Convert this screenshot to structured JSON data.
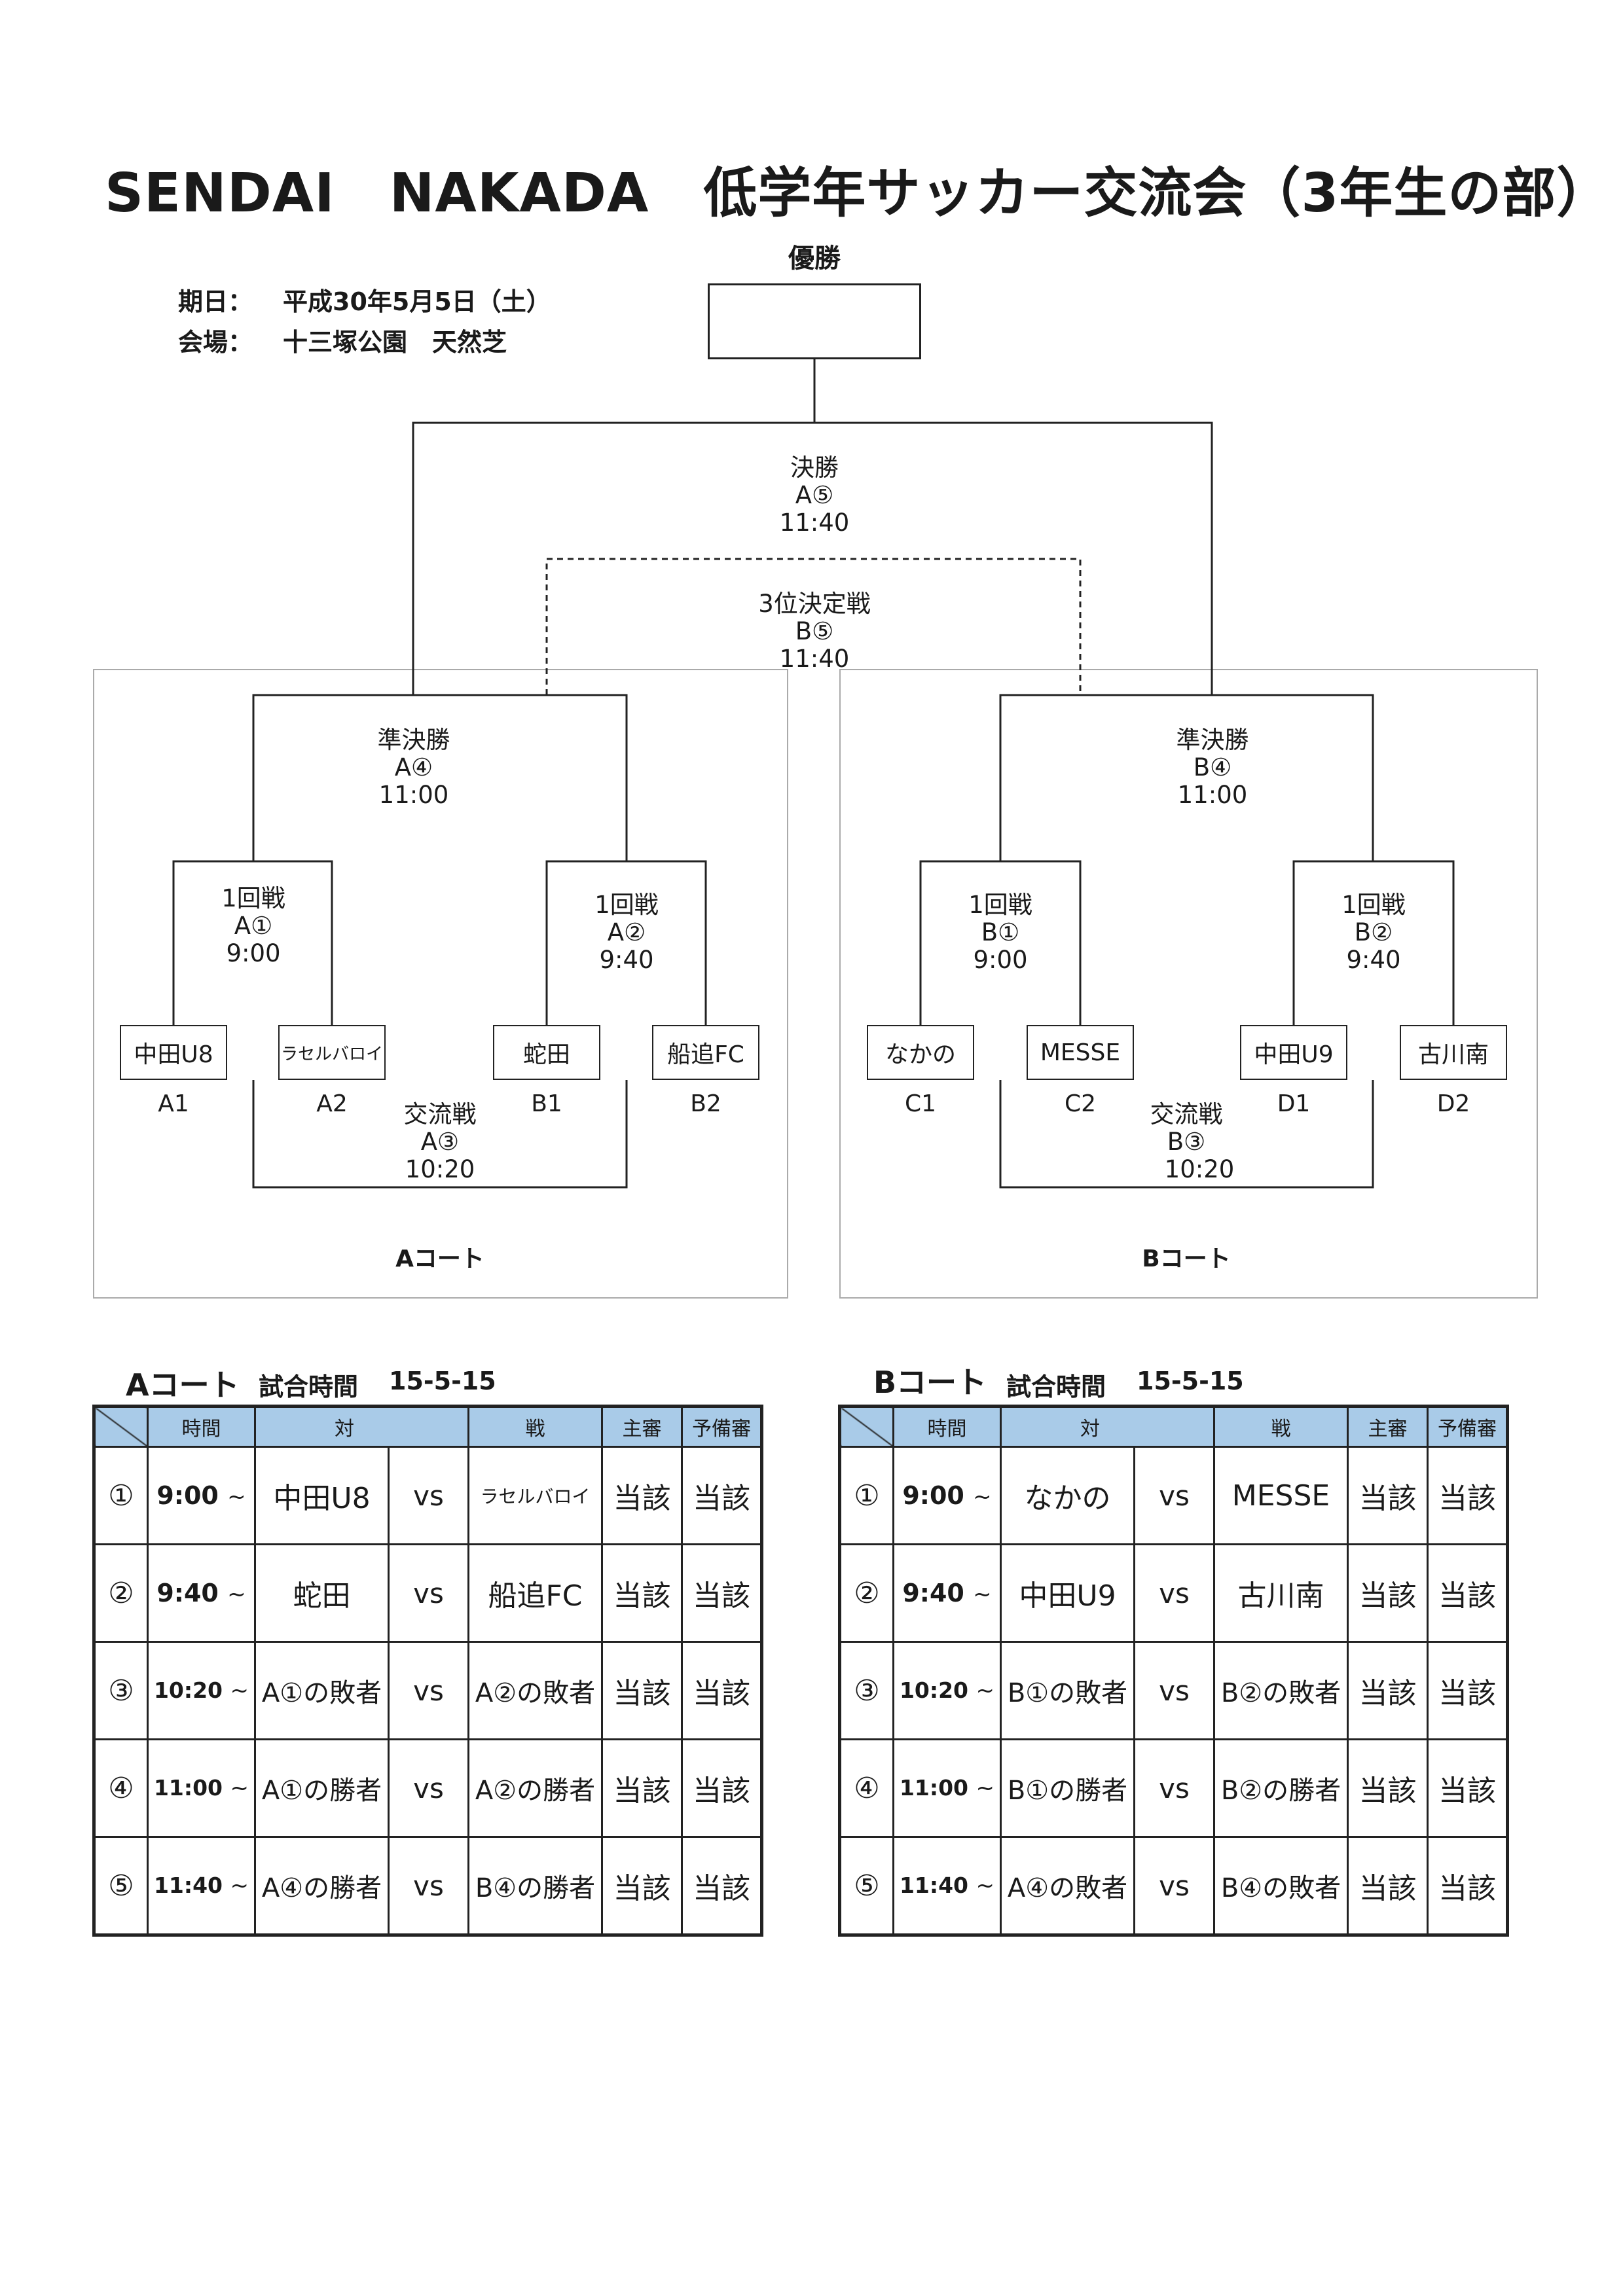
{
  "title": "SENDAI　NAKADA　低学年サッカー交流会（3年生の部）",
  "date_label": "期日：",
  "date_value": "平成30年5月5日（土）",
  "venue_label": "会場：",
  "venue_value": "十三塚公園　天然芝",
  "champion_label": "優勝",
  "final": {
    "name": "決勝",
    "code": "A⑤",
    "time": "11:40"
  },
  "third_place": {
    "name": "3位決定戦",
    "code": "B⑤",
    "time": "11:40"
  },
  "courtA": {
    "name": "Aコート",
    "semifinal": {
      "name": "準決勝",
      "code": "A④",
      "time": "11:00"
    },
    "round1_left": {
      "name": "1回戦",
      "code": "A①",
      "time": "9:00"
    },
    "round1_right": {
      "name": "1回戦",
      "code": "A②",
      "time": "9:40"
    },
    "exchange": {
      "name": "交流戦",
      "code": "A③",
      "time": "10:20"
    },
    "teams": [
      {
        "name": "中田U8",
        "seed": "A1"
      },
      {
        "name": "ラセルバロイ",
        "seed": "A2"
      },
      {
        "name": "蛇田",
        "seed": "B1"
      },
      {
        "name": "船追FC",
        "seed": "B2"
      }
    ]
  },
  "courtB": {
    "name": "Bコート",
    "semifinal": {
      "name": "準決勝",
      "code": "B④",
      "time": "11:00"
    },
    "round1_left": {
      "name": "1回戦",
      "code": "B①",
      "time": "9:00"
    },
    "round1_right": {
      "name": "1回戦",
      "code": "B②",
      "time": "9:40"
    },
    "exchange": {
      "name": "交流戦",
      "code": "B③",
      "time": "10:20"
    },
    "teams": [
      {
        "name": "なかの",
        "seed": "C1"
      },
      {
        "name": "MESSE",
        "seed": "C2"
      },
      {
        "name": "中田U9",
        "seed": "D1"
      },
      {
        "name": "古川南",
        "seed": "D2"
      }
    ]
  },
  "scheduleA": {
    "court": "Aコート",
    "format_label": "試合時間",
    "format": "15-5-15",
    "headers": {
      "time": "時間",
      "match_left": "対",
      "match_right": "戦",
      "referee": "主審",
      "reserve": "予備審"
    },
    "rows": [
      {
        "num": "①",
        "time": "9:00",
        "team1": "中田U8",
        "vs": "vs",
        "team2": "ラセルバロイ",
        "ref": "当該",
        "reserve": "当該"
      },
      {
        "num": "②",
        "time": "9:40",
        "team1": "蛇田",
        "vs": "vs",
        "team2": "船追FC",
        "ref": "当該",
        "reserve": "当該"
      },
      {
        "num": "③",
        "time": "10:20",
        "team1": "A①の敗者",
        "vs": "vs",
        "team2": "A②の敗者",
        "ref": "当該",
        "reserve": "当該"
      },
      {
        "num": "④",
        "time": "11:00",
        "team1": "A①の勝者",
        "vs": "vs",
        "team2": "A②の勝者",
        "ref": "当該",
        "reserve": "当該"
      },
      {
        "num": "⑤",
        "time": "11:40",
        "team1": "A④の勝者",
        "vs": "vs",
        "team2": "B④の勝者",
        "ref": "当該",
        "reserve": "当該"
      }
    ]
  },
  "scheduleB": {
    "court": "Bコート",
    "format_label": "試合時間",
    "format": "15-5-15",
    "headers": {
      "time": "時間",
      "match_left": "対",
      "match_right": "戦",
      "referee": "主審",
      "reserve": "予備審"
    },
    "rows": [
      {
        "num": "①",
        "time": "9:00",
        "team1": "なかの",
        "vs": "vs",
        "team2": "MESSE",
        "ref": "当該",
        "reserve": "当該"
      },
      {
        "num": "②",
        "time": "9:40",
        "team1": "中田U9",
        "vs": "vs",
        "team2": "古川南",
        "ref": "当該",
        "reserve": "当該"
      },
      {
        "num": "③",
        "time": "10:20",
        "team1": "B①の敗者",
        "vs": "vs",
        "team2": "B②の敗者",
        "ref": "当該",
        "reserve": "当該"
      },
      {
        "num": "④",
        "time": "11:00",
        "team1": "B①の勝者",
        "vs": "vs",
        "team2": "B②の勝者",
        "ref": "当該",
        "reserve": "当該"
      },
      {
        "num": "⑤",
        "time": "11:40",
        "team1": "A④の敗者",
        "vs": "vs",
        "team2": "B④の敗者",
        "ref": "当該",
        "reserve": "当該"
      }
    ]
  },
  "colors": {
    "header_bg": "#a9cbe8",
    "line": "#222222",
    "court_border": "#aaaaaa"
  }
}
